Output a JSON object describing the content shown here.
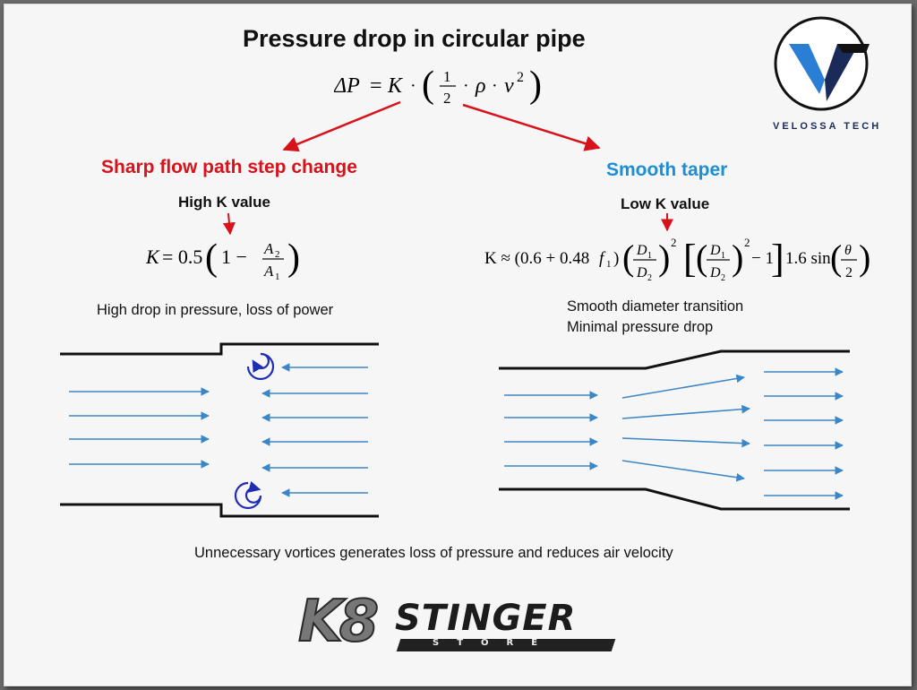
{
  "title": "Pressure drop in circular pipe",
  "main_formula": {
    "lhs": "ΔP",
    "eq": "=",
    "k": "K",
    "half_num": "1",
    "half_den": "2",
    "rho": "ρ",
    "v": "v",
    "exp": "2"
  },
  "left": {
    "heading": "Sharp flow path step change",
    "heading_color": "#d8121b",
    "k_label": "High K value",
    "formula": {
      "lhs": "K",
      "coef": "= 0.5",
      "one": "1 −",
      "num": "A",
      "num_sub": "2",
      "den": "A",
      "den_sub": "1"
    },
    "caption": "High drop in pressure, loss of power"
  },
  "right": {
    "heading": "Smooth taper",
    "heading_color": "#1b8fd6",
    "k_label": "Low K value",
    "formula": {
      "lhs": "K ≈ (0.6 + 0.48",
      "f": "f",
      "f_sub": "1",
      "ratio_num": "D",
      "ratio_num_sub": "1",
      "ratio_den": "D",
      "ratio_den_sub": "2",
      "exp": "2",
      "minus_one": "− 1",
      "tail": "1.6 sin",
      "theta": "θ",
      "two": "2"
    },
    "caption_line1": "Smooth diameter transition",
    "caption_line2": "Minimal pressure drop"
  },
  "footer_note": "Unnecessary vortices generates loss of pressure and reduces air velocity",
  "logo_top": {
    "name": "VELOSSA TECH"
  },
  "logo_bottom": {
    "k8": "K8",
    "stinger": "STINGER",
    "store": "STORE"
  },
  "colors": {
    "arrow_blue": "#3b86c6",
    "vortex_blue": "#1f2db5",
    "pointer_red": "#d8121b",
    "logo_navy": "#1a2b5a",
    "logo_blue": "#2a7fd4"
  }
}
